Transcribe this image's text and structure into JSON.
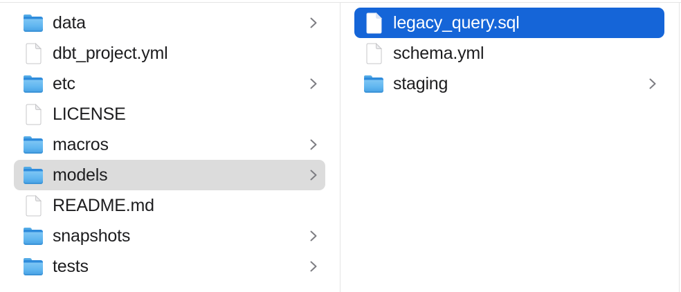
{
  "app": "finder-column-view",
  "colors": {
    "background": "#ffffff",
    "selection_active": "#1565d8",
    "selection_inactive": "#dcdcdc",
    "text": "#1d1d1f",
    "text_selected": "#ffffff",
    "chevron": "#7d7d82",
    "divider": "#e4e4e4",
    "folder_tab": "#52aae6",
    "folder_dark": "#2e8bdb",
    "folder_light": "#7cc5f4",
    "folder_mid": "#62b7f0",
    "folder_deep": "#459fe4"
  },
  "icons": {
    "folder": "folder-icon",
    "file": "document-icon",
    "chevron": "chevron-right-icon"
  },
  "columns": [
    {
      "name": "column-1",
      "items": [
        {
          "label": "data",
          "type": "folder",
          "chevron": true,
          "selected": "none"
        },
        {
          "label": "dbt_project.yml",
          "type": "file",
          "chevron": false,
          "selected": "none"
        },
        {
          "label": "etc",
          "type": "folder",
          "chevron": true,
          "selected": "none"
        },
        {
          "label": "LICENSE",
          "type": "file",
          "chevron": false,
          "selected": "none"
        },
        {
          "label": "macros",
          "type": "folder",
          "chevron": true,
          "selected": "none"
        },
        {
          "label": "models",
          "type": "folder",
          "chevron": true,
          "selected": "inactive"
        },
        {
          "label": "README.md",
          "type": "file",
          "chevron": false,
          "selected": "none"
        },
        {
          "label": "snapshots",
          "type": "folder",
          "chevron": true,
          "selected": "none"
        },
        {
          "label": "tests",
          "type": "folder",
          "chevron": true,
          "selected": "none"
        }
      ]
    },
    {
      "name": "column-2",
      "items": [
        {
          "label": "legacy_query.sql",
          "type": "file",
          "chevron": false,
          "selected": "active"
        },
        {
          "label": "schema.yml",
          "type": "file",
          "chevron": false,
          "selected": "none"
        },
        {
          "label": "staging",
          "type": "folder",
          "chevron": true,
          "selected": "none"
        }
      ]
    }
  ]
}
